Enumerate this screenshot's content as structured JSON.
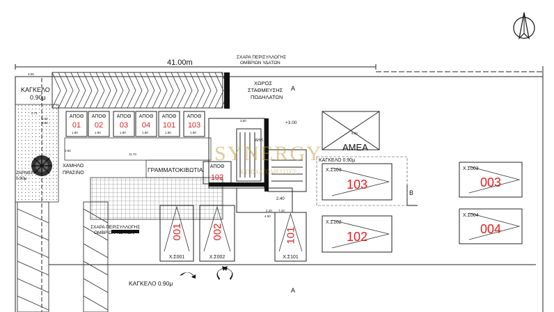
{
  "dimension": "41.00m",
  "north_letter": "N",
  "labels": {
    "drain_top": [
      "ΣΧΑΡΑ ΠΕΡΙΣΥΛΛΟΓΗΣ",
      "ΟΜΒΡΙΩΝ ΥΔΑΤΩΝ"
    ],
    "drain_bottom": [
      "ΣΧΑΡΑ ΠΕΡΙΣΥΛΛΟΓΗΣ",
      "ΟΜΒΡΙΩΝ ΥΔΑΤΩΝ"
    ],
    "bike_parking": [
      "ΧΩΡΟΣ",
      "ΣΤΑΘΜΕΥΣΗΣ",
      "ΠΟΔΗΛΑΤΩΝ"
    ],
    "fence_left": [
      "ΚΑΓΚΕΛΟ",
      "0.90μ"
    ],
    "fence_bottom": "ΚΑΓΚΕΛΟ 0.90μ",
    "fence_middle": "ΚΑΓΚΕΛΟ 0.90μ",
    "low_green": [
      "ΧΑΜΗΛΟ",
      "ΠΡΑΣΙΝΟ"
    ],
    "left_plants": [
      "ΖΑΡΝΙΕΡΑ",
      "0.90μ"
    ],
    "mailboxes": "ΓΡΑΜΜΑΤΟΚΙΒΩΤΙΑ",
    "lift": "ΑΗΚ",
    "accessible": "ΑΜΕΑ",
    "level": "+3.00",
    "level2": "2.40",
    "section_a": "A",
    "section_b": "B"
  },
  "storages": [
    {
      "title": "ΑΠΟΘ",
      "num": "01"
    },
    {
      "title": "ΑΠΟΘ",
      "num": "02"
    },
    {
      "title": "ΑΠΟΘ",
      "num": "03"
    },
    {
      "title": "ΑΠΟΘ",
      "num": "04"
    },
    {
      "title": "ΑΠΟΘ",
      "num": "101"
    },
    {
      "title": "ΑΠΟΘ",
      "num": "103"
    },
    {
      "title": "ΑΠΟΘ",
      "num": "102"
    }
  ],
  "parking": [
    {
      "code": "Χ.Σ001",
      "num": "001"
    },
    {
      "code": "Χ.Σ002",
      "num": "002"
    },
    {
      "code": "Χ.Σ101",
      "num": "101"
    },
    {
      "code": "Χ.Σ103",
      "num": "103"
    },
    {
      "code": "Χ.Σ102",
      "num": "102"
    },
    {
      "code": "Χ.Σ003",
      "num": "003"
    },
    {
      "code": "Χ.Σ004",
      "num": "004"
    }
  ],
  "watermark": [
    "SYNERGY",
    "ΚΤΗΜΑΤΟΜΕΣΙΤΕΣ"
  ],
  "dims_small": [
    "0.90",
    "1.80",
    "1.80",
    "1.80",
    "1.80",
    "1.80",
    "1.80",
    "3.05",
    "0.60",
    "11.70",
    "3.00",
    "2.20",
    "4.50",
    "7.10",
    "5.00",
    "0.71",
    "0.80"
  ]
}
